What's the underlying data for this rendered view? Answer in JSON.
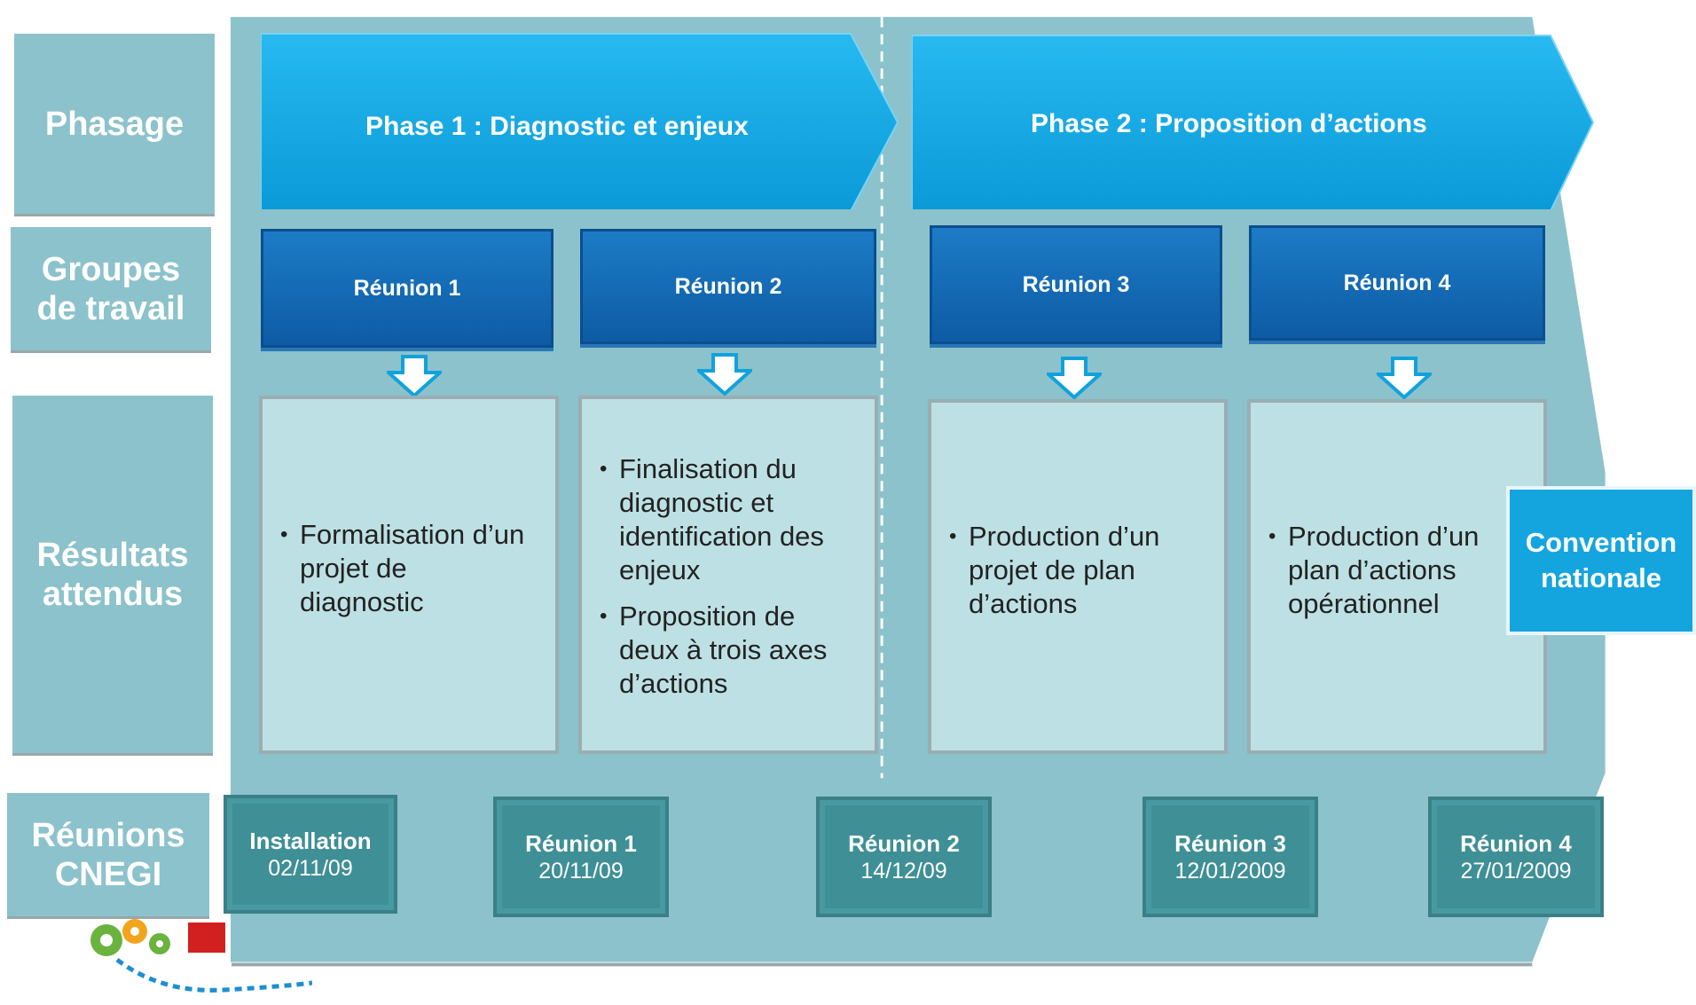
{
  "rows": {
    "phasage": "Phasage",
    "groupes": "Groupes de travail",
    "resultats": "Résultats attendus",
    "reunions": "Réunions CNEGI"
  },
  "phases": [
    {
      "label": "Phase 1 : Diagnostic et enjeux"
    },
    {
      "label": "Phase 2 : Proposition d’actions"
    }
  ],
  "groups": [
    {
      "label": "Réunion 1"
    },
    {
      "label": "Réunion 2"
    },
    {
      "label": "Réunion 3"
    },
    {
      "label": "Réunion 4"
    }
  ],
  "results": [
    {
      "items": [
        "Formalisation d’un projet de diagnostic"
      ]
    },
    {
      "items": [
        "Finalisation du diagnostic  et identification des enjeux",
        "Proposition de deux à trois axes d’actions"
      ]
    },
    {
      "items": [
        "Production d’un projet de plan d’actions"
      ]
    },
    {
      "items": [
        "Production d’un plan d’actions opérationnel"
      ]
    }
  ],
  "convention": "Convention nationale",
  "cnegi": [
    {
      "title": "Installation",
      "date": "02/11/09"
    },
    {
      "title": "Réunion 1",
      "date": "20/11/09"
    },
    {
      "title": "Réunion 2",
      "date": "14/12/09"
    },
    {
      "title": "Réunion 3",
      "date": "12/01/2009"
    },
    {
      "title": "Réunion 4",
      "date": "27/01/2009"
    }
  ],
  "colors": {
    "panel": "#8cc2cb",
    "phase_arrow": "#0aa6e6",
    "reunion_box": "#1269b4",
    "result_box": "#bde0e4",
    "cnegi_box": "#3f8f96",
    "convention": "#14a5df"
  },
  "icons": [
    "down-arrow-icon",
    "gears-logo-icon"
  ]
}
